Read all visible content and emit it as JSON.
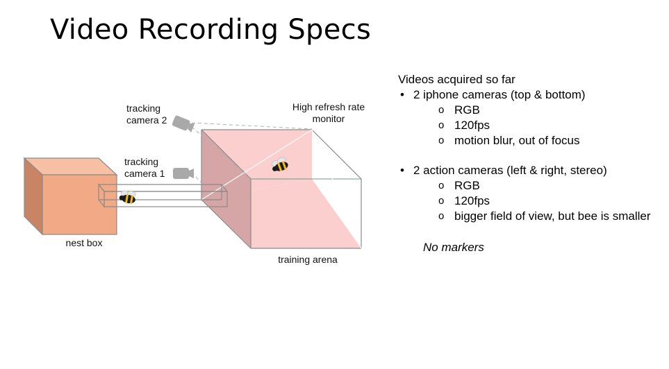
{
  "slide": {
    "title": "Video Recording Specs"
  },
  "diagram": {
    "labels": {
      "nest_box": "nest box",
      "training_arena": "training arena",
      "monitor_line1": "High refresh rate",
      "monitor_line2": "monitor",
      "camera2_line1": "tracking",
      "camera2_line2": "camera 2",
      "camera1_line1": "tracking",
      "camera1_line2": "camera 1"
    },
    "colors": {
      "nest_box_front": "#f2a986",
      "nest_box_top": "#f7c0a4",
      "nest_box_side": "#c98466",
      "arena_fill": "#fccfcf",
      "arena_dark": "#d6a6a6",
      "camera": "#a9a9a9"
    },
    "icons": [
      "camera-icon",
      "bee-icon"
    ]
  },
  "notes": {
    "heading": "Videos acquired so far",
    "groups": [
      {
        "title": "2 iphone cameras (top & bottom)",
        "items": [
          "RGB",
          "120fps",
          "motion blur, out of focus"
        ]
      },
      {
        "title": "2 action cameras (left & right, stereo)",
        "items": [
          "RGB",
          "120fps",
          "bigger field of view, but bee is smaller"
        ]
      }
    ],
    "footnote": "No markers"
  }
}
